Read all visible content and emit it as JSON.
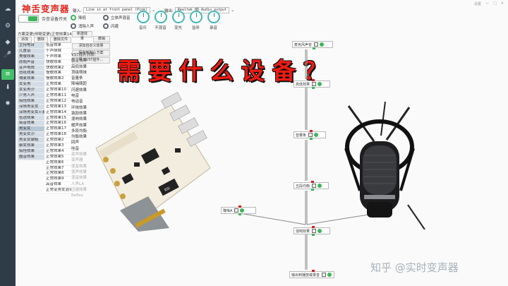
{
  "app": {
    "title": "神舌变声器"
  },
  "rail": [
    {
      "icon": "cloud-icon"
    },
    {
      "icon": "gear-icon"
    },
    {
      "icon": "shield-icon"
    },
    {
      "icon": "microphone-icon"
    },
    {
      "icon": "settings-icon"
    },
    {
      "icon": "download-icon"
    },
    {
      "icon": "cog-icon"
    }
  ],
  "header": {
    "mix_switch_label": "合音设备开关",
    "radios_a": [
      {
        "label": "降低",
        "on": true
      },
      {
        "label": "消除人声",
        "on": false
      }
    ],
    "radios_b": [
      {
        "label": "立体声混音",
        "on": false
      },
      {
        "label": "闪避",
        "on": false
      }
    ],
    "input_label": "输入:",
    "input_device": "Line in at front panel (Pink)",
    "output_label": "输出:",
    "output_device": "Realtek HD Audio output",
    "knobs": [
      "音乐",
      "不混音",
      "变先",
      "监听",
      "录音"
    ],
    "window_ctrls": [
      "设置",
      "—",
      "□",
      "✕"
    ]
  },
  "left": {
    "tabs_text": "方案变更|伴随变更|正常效果14",
    "buttons": [
      "添加",
      "删除",
      "删除文件"
    ],
    "col_a": [
      "主持电台",
      "儿童音",
      "美敬效果",
      "原始声音",
      "变声电效",
      "怒吼效果",
      "喊麦效果",
      "女变男",
      "女变男沙",
      "少男人声",
      "搞怪效果",
      "深情男变女",
      "深情男变女+混响",
      "低语效果",
      "搞音效果",
      "男变女",
      "男变女沙",
      "男变女御姐",
      "御女效果",
      "搞怪效果",
      "魔音效果"
    ],
    "col_b": [
      "低音效果",
      "千声萌妹",
      "千声效果",
      "快歌效果",
      "快歌效果2",
      "慢歌效果",
      "慢歌效果2",
      "正常效果",
      "正常效果10",
      "正常效果11",
      "正常效果12",
      "正常效果13",
      "正常效果14",
      "正常效果15",
      "正常效果16",
      "正常效果17",
      "正常效果18",
      "正常效果2",
      "正常效果3",
      "正常效果4",
      "正常效果5",
      "正常效果6",
      "正常效果7",
      "正常效果8",
      "正常效果9",
      "高音效果",
      "正常变男女混合混响"
    ],
    "presets": [
      "新建效果",
      "撤销",
      "添加自定义效果",
      "保存到默认方案",
      "导入VST插件..."
    ],
    "plugins_title": "VST插件列表:",
    "plugins": [
      "魔音效果",
      "高低效果",
      "顶级萌妹",
      "音量条",
      "降噪随距",
      "闪避效果",
      "电音",
      "电话音",
      "环绕效果",
      "激励效果",
      "混响效果",
      "暖声效果",
      "多段均衡",
      "均衡效果",
      "回声",
      "哇音",
      "变声效果",
      "变声器",
      "混音效果",
      "混声效果",
      "混音效果",
      "人声LA",
      "压缩效果",
      "Reflex"
    ]
  },
  "overlay": {
    "question": "需要什么设备？"
  },
  "graph": {
    "nodes": {
      "mic": "麦克风声音",
      "hilo": "高低效果",
      "vol": "音量条",
      "eq": "五段均衡",
      "noise": "降噪A",
      "reverb": "混响效果",
      "out": "输出到播放或录音"
    }
  },
  "watermark": "知乎 @实时变声器"
}
